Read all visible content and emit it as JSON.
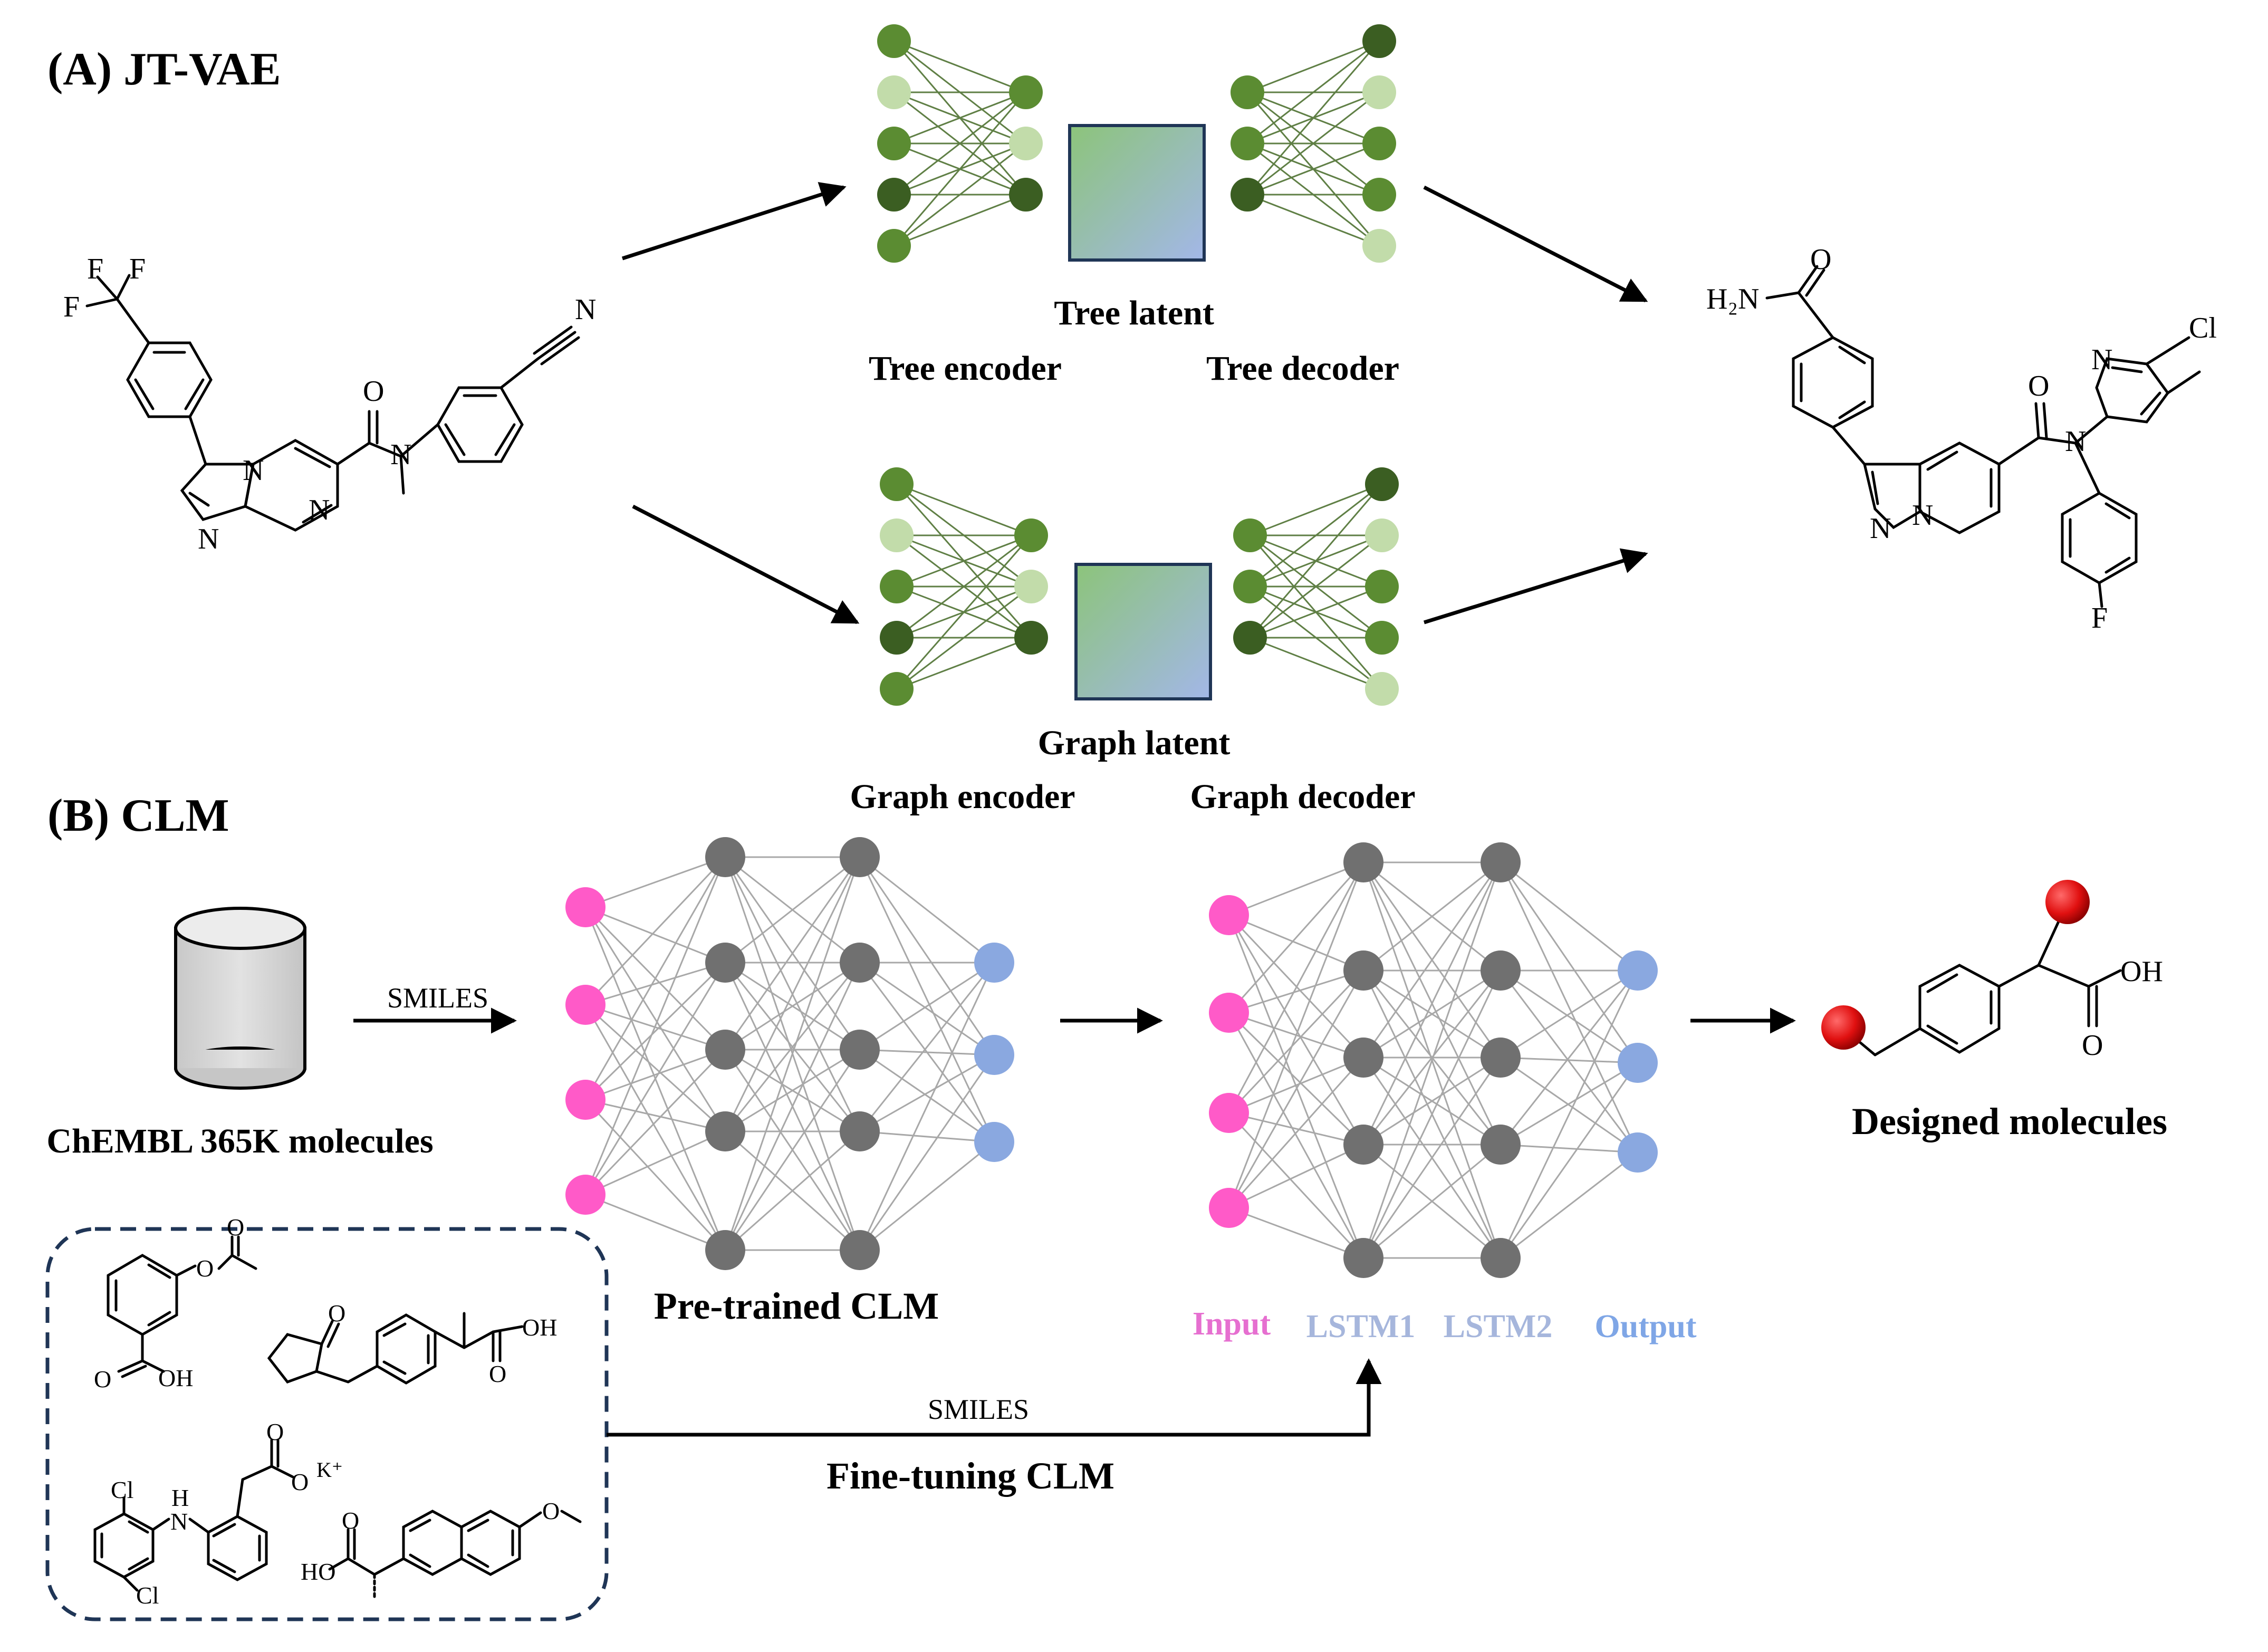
{
  "panel_a": {
    "title": "(A) JT-VAE",
    "tree_encoder_label": "Tree encoder",
    "tree_latent_label": "Tree latent",
    "tree_decoder_label": "Tree decoder",
    "graph_encoder_label": "Graph encoder",
    "graph_latent_label": "Graph latent",
    "graph_decoder_label": "Graph decoder",
    "input_molecule": {
      "atom_labels": [
        "F",
        "F",
        "F",
        "N",
        "O",
        "N",
        "N",
        "N",
        "N"
      ]
    },
    "output_molecule": {
      "atom_labels": [
        "O",
        "H₂N",
        "N",
        "Cl",
        "O",
        "N",
        "N",
        "N",
        "F"
      ]
    }
  },
  "panel_b": {
    "title": "(B) CLM",
    "database_label": "ChEMBL 365K molecules",
    "smiles_label_top": "SMILES",
    "pretrained_label": "Pre-trained CLM",
    "layer_labels": {
      "input": "Input",
      "lstm1": "LSTM1",
      "lstm2": "LSTM2",
      "output": "Output"
    },
    "designed_label": "Designed molecules",
    "smiles_label_bottom": "SMILES",
    "finetune_label": "Fine-tuning CLM",
    "finetune_molecules": {
      "labels": [
        "O",
        "OH",
        "O",
        "OH",
        "O",
        "O",
        "K⁺",
        "Cl",
        "H",
        "N",
        "Cl",
        "HO",
        "O",
        "O",
        "OH"
      ]
    }
  },
  "colors": {
    "green_dark": "#3b5e22",
    "green_mid": "#5b8c32",
    "green_light": "#c2dcaa",
    "green_edge": "#5f7f45",
    "latent_gradient": [
      "#8cc47a",
      "#a3b7e8"
    ],
    "latent_border": "#1f3556",
    "pink": "#ff5ac8",
    "gray_node": "#707070",
    "blue_node": "#8aa8e0",
    "dash_border": "#1f3556",
    "red_atom": "#e01010",
    "input_label": "#e66fd0",
    "lstm_label": "#a6b6dc",
    "output_label": "#7fa6e6"
  }
}
